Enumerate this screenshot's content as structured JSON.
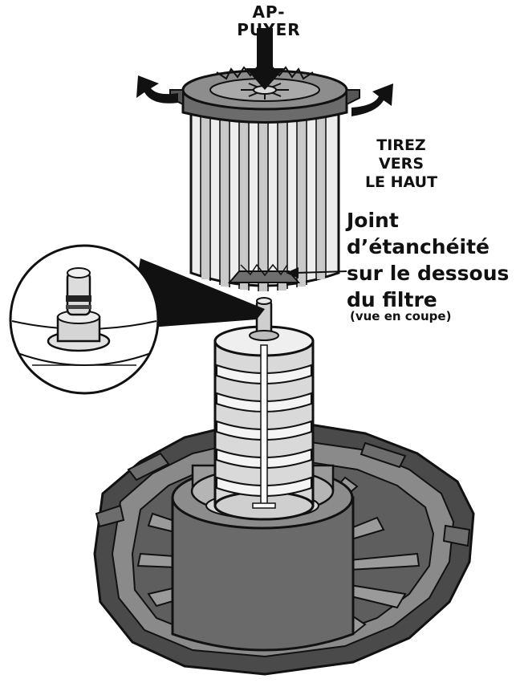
{
  "labels": {
    "push_line1": "AP-",
    "push_line2": "PUYER",
    "pull_line1": "TIREZ",
    "pull_line2": "VERS",
    "pull_line3": "LE HAUT",
    "seal_line1": "Joint",
    "seal_line2": "d’étanchéité",
    "seal_line3": "sur le dessous",
    "seal_line4": "du filtre",
    "seal_note": "(vue en coupe)"
  },
  "colors": {
    "ink": "#111111",
    "dark_gray": "#4a4a4a",
    "mid_gray": "#7d7d7d",
    "light_gray": "#b9b9b9",
    "pale_gray": "#dedede",
    "background": "#ffffff"
  }
}
